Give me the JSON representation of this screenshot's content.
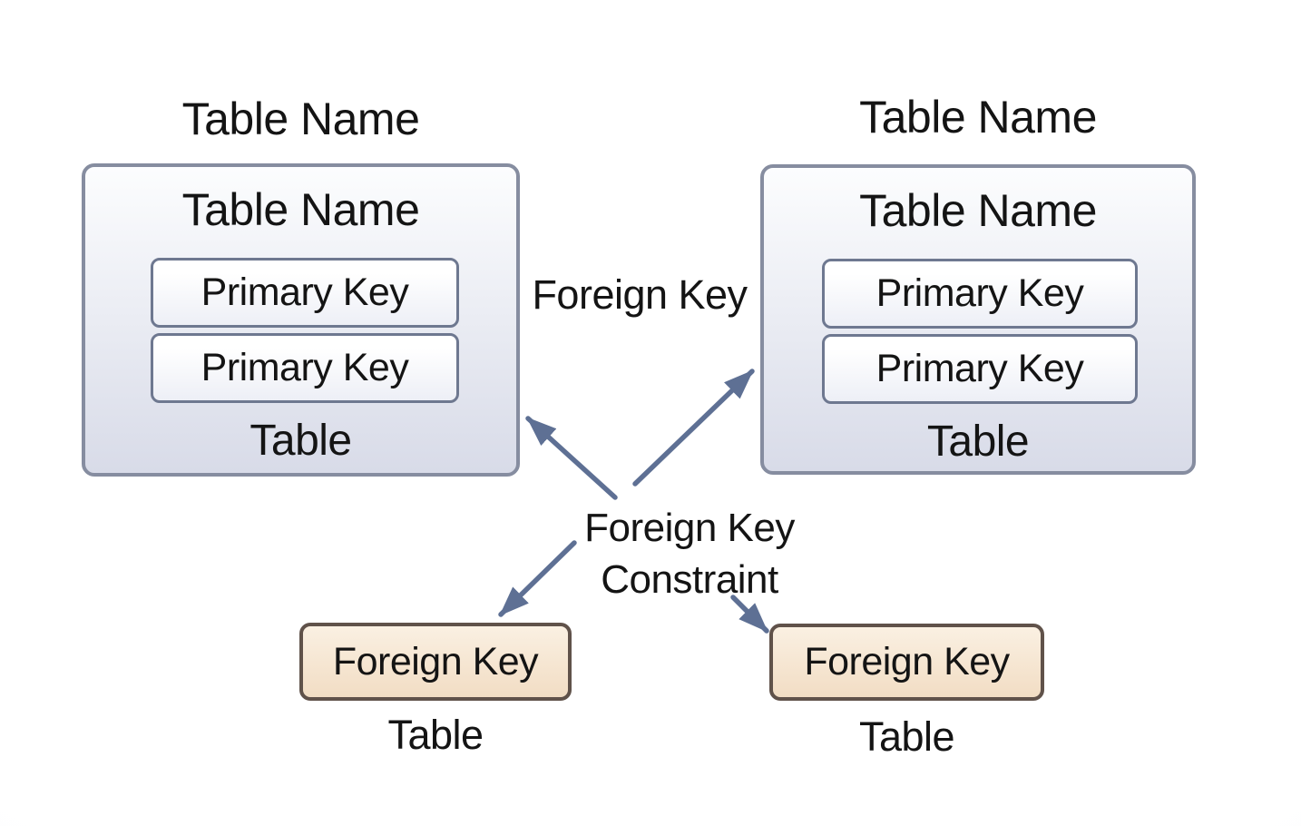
{
  "colors": {
    "arrow": "#5e7094",
    "table-border": "#868da0",
    "table-fill-top": "#fcfdfe",
    "table-fill-bottom": "#d8dbe8",
    "field-border": "#6e7890",
    "field-fill-top": "#ffffff",
    "field-fill-bottom": "#edeff6",
    "fk-border": "#60524a",
    "fk-fill-top": "#faf0e2",
    "fk-fill-bottom": "#f2ddc4",
    "text": "#141414"
  },
  "tables": [
    {
      "title": "Table Name",
      "header": "Table Name",
      "fields": [
        "Primary Key",
        "Primary Key"
      ],
      "footer": "Table"
    },
    {
      "title": "Table Name",
      "header": "Table Name",
      "fields": [
        "Primary Key",
        "Primary Key"
      ],
      "footer": "Table"
    }
  ],
  "relationship_label": "Foreign Key",
  "constraint_label": {
    "line1": "Foreign Key",
    "line2": "Constraint"
  },
  "fk_boxes": [
    {
      "label": "Foreign Key",
      "caption": "Table"
    },
    {
      "label": "Foreign Key",
      "caption": "Table"
    }
  ]
}
